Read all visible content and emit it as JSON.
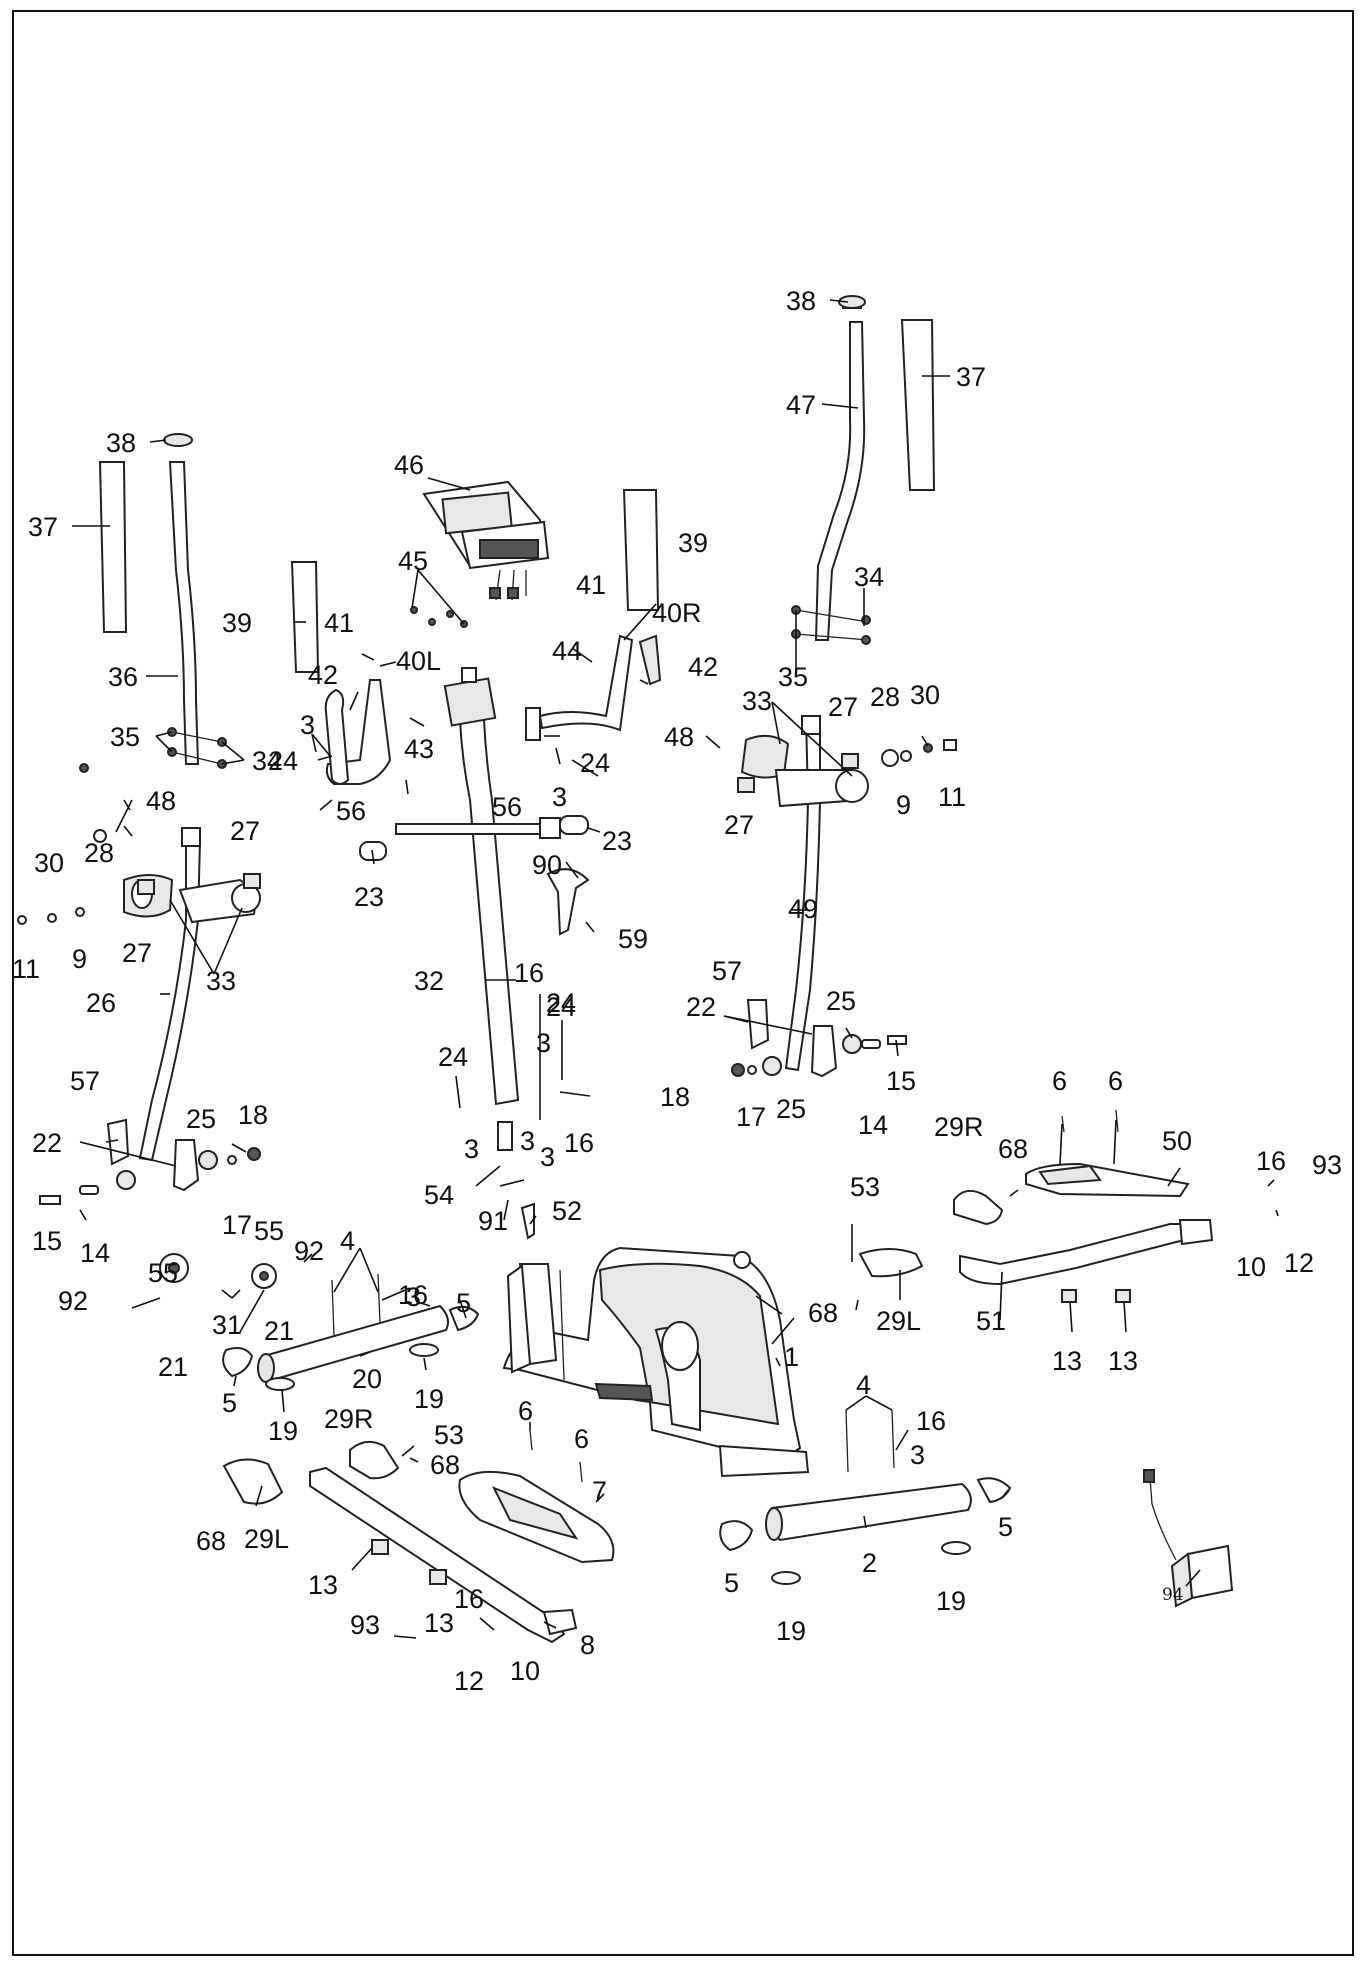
{
  "diagram": {
    "labels": [
      "38",
      "37",
      "47",
      "37",
      "38",
      "46",
      "39",
      "37",
      "36",
      "39",
      "45",
      "41",
      "41",
      "40R",
      "34",
      "35",
      "44",
      "42",
      "40L",
      "42",
      "43",
      "33",
      "27",
      "28",
      "30",
      "48",
      "3",
      "24",
      "24",
      "35",
      "34",
      "56",
      "56",
      "3",
      "11",
      "9",
      "27",
      "23",
      "48",
      "23",
      "30",
      "28",
      "27",
      "90",
      "59",
      "11",
      "9",
      "27",
      "33",
      "26",
      "49",
      "57",
      "25",
      "24",
      "32",
      "16",
      "22",
      "3",
      "57",
      "24",
      "15",
      "24",
      "18",
      "17",
      "25",
      "14",
      "22",
      "25",
      "18",
      "3",
      "3",
      "16",
      "3",
      "6",
      "6",
      "29R",
      "68",
      "50",
      "16",
      "93",
      "53",
      "15",
      "14",
      "54",
      "17",
      "91",
      "52",
      "92",
      "55",
      "10",
      "12",
      "55",
      "4",
      "16",
      "92",
      "21",
      "31",
      "21",
      "5",
      "3",
      "68",
      "29L",
      "51",
      "13",
      "13",
      "1",
      "5",
      "20",
      "19",
      "19",
      "4",
      "16",
      "29R",
      "6",
      "53",
      "68",
      "3",
      "6",
      "7",
      "68",
      "29L",
      "5",
      "13",
      "5",
      "2",
      "19",
      "13",
      "16",
      "19",
      "93",
      "12",
      "10",
      "8",
      "94"
    ]
  }
}
